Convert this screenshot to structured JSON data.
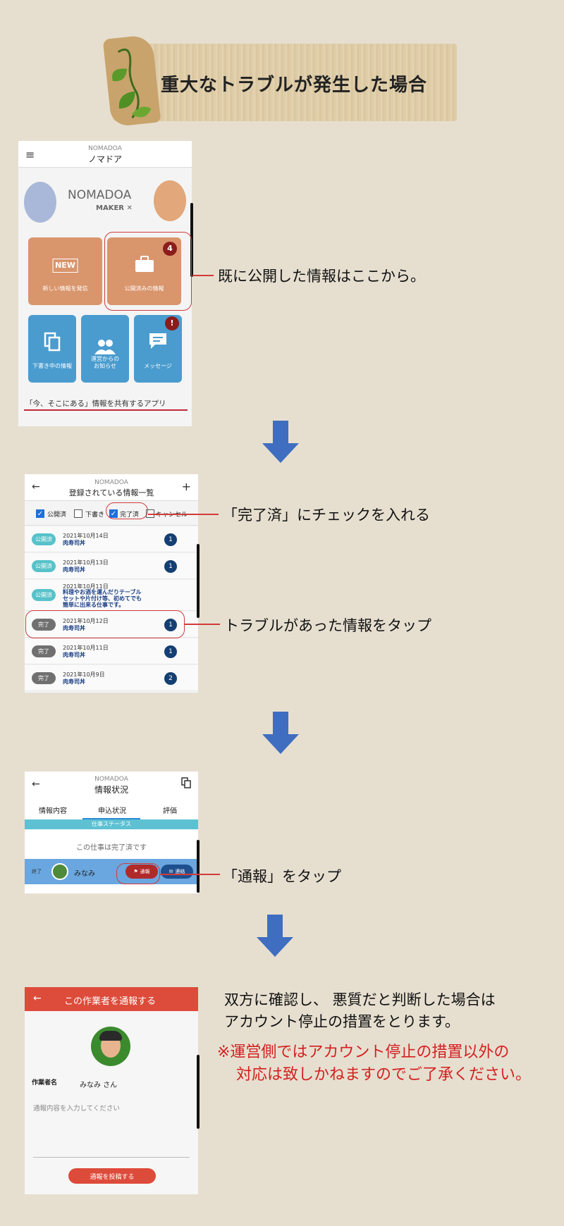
{
  "banner": {
    "title": "重大なトラブルが発生した場合"
  },
  "screen1": {
    "header_sub": "NOMADOA",
    "header_title": "ノマドア",
    "logo_main": "NOMADOA",
    "logo_sub": "MAKER",
    "tiles": [
      {
        "label": "新しい情報を発信",
        "icon": "new-icon"
      },
      {
        "label": "公開済みの情報",
        "icon": "briefcase-icon",
        "badge": "4"
      },
      {
        "label": "下書き中の情報",
        "icon": "copy-icon"
      },
      {
        "label": "運営からの\nお知らせ",
        "icon": "people-icon"
      },
      {
        "label": "メッセージ",
        "icon": "chat-icon",
        "badge": "!"
      }
    ],
    "tagline": "「今、そこにある」情報を共有するアプリ"
  },
  "callout1": "既に公開した情報はここから。",
  "screen2": {
    "header_sub": "NOMADOA",
    "header_title": "登録されている情報一覧",
    "filters": [
      {
        "label": "公開済",
        "checked": true
      },
      {
        "label": "下書き",
        "checked": false
      },
      {
        "label": "完了済",
        "checked": true
      },
      {
        "label": "キャンセル",
        "checked": false
      }
    ],
    "rows": [
      {
        "status": "公開済",
        "date": "2021年10月14日",
        "title": "肉寿司丼",
        "count": "1"
      },
      {
        "status": "公開済",
        "date": "2021年10月13日",
        "title": "肉寿司丼",
        "count": "1"
      },
      {
        "status": "公開済",
        "date": "2021年10月11日",
        "title": "料理やお酒を運んだりテーブルセットや片付け等、初めてでも簡単に出来る仕事です。",
        "count": ""
      },
      {
        "status": "完了",
        "date": "2021年10月12日",
        "title": "肉寿司丼",
        "count": "1"
      },
      {
        "status": "完了",
        "date": "2021年10月11日",
        "title": "肉寿司丼",
        "count": "1"
      },
      {
        "status": "完了",
        "date": "2021年10月9日",
        "title": "肉寿司丼",
        "count": "2"
      }
    ]
  },
  "callout2": "「完了済」にチェックを入れる",
  "callout3": "トラブルがあった情報をタップ",
  "screen3": {
    "header_sub": "NOMADOA",
    "header_title": "情報状況",
    "tabs": [
      "情報内容",
      "申込状況",
      "評価"
    ],
    "status_bar": "仕事ステータス",
    "status_text": "この仕事は完了済です",
    "worker_state": "終了",
    "worker_name": "みなみ",
    "report_button": "通報",
    "contact_button": "連絡"
  },
  "callout4": "「通報」をタップ",
  "screen4": {
    "header_title": "この作業者を通報する",
    "worker_label": "作業者名",
    "worker_name": "みなみ さん",
    "report_placeholder": "通報内容を入力してください",
    "submit_button": "通報を投稿する"
  },
  "explain_line1": "双方に確認し、 悪質だと判断した場合は",
  "explain_line2": "アカウント停止の措置をとります。",
  "warn_line1": "※運営側ではアカウント停止の措置以外の",
  "warn_line2": "対応は致しかねますのでご了承ください。",
  "colors": {
    "accent_red": "#d23a3a",
    "arrow_blue": "#3f6ec0",
    "tile_orange": "#d9956c",
    "tile_blue": "#4a9ccf"
  }
}
